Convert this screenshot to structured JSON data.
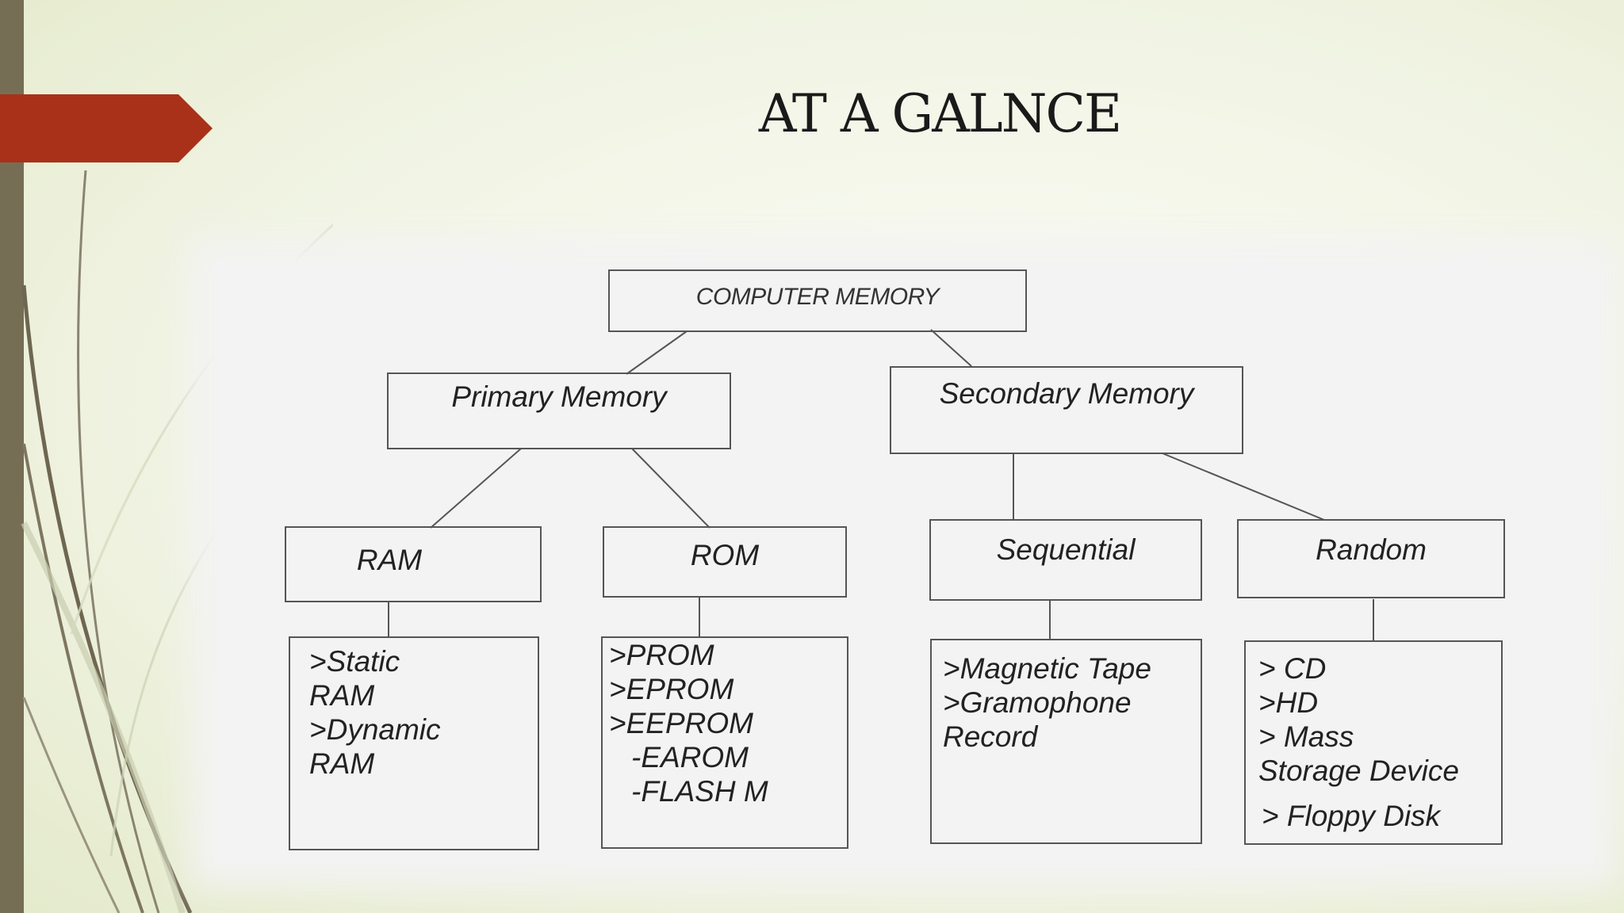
{
  "slide": {
    "title": "AT A GALNCE"
  },
  "diagram": {
    "root": "COMPUTER MEMORY",
    "primary": "Primary Memory",
    "secondary": "Secondary Memory",
    "ram": "RAM",
    "rom": "ROM",
    "sequential": "Sequential",
    "random": "Random",
    "ram_items": [
      ">Static",
      "RAM",
      ">Dynamic",
      "RAM"
    ],
    "rom_items": [
      ">PROM",
      ">EPROM",
      ">EEPROM",
      "-EAROM",
      "-FLASH M"
    ],
    "sequential_items": [
      ">Magnetic Tape",
      ">Gramophone",
      "Record"
    ],
    "random_items": [
      "> CD",
      ">HD",
      "> Mass",
      "Storage Device",
      "> Floppy Disk"
    ]
  },
  "colors": {
    "accent": "#a93119",
    "left_bar": "#766d55"
  }
}
